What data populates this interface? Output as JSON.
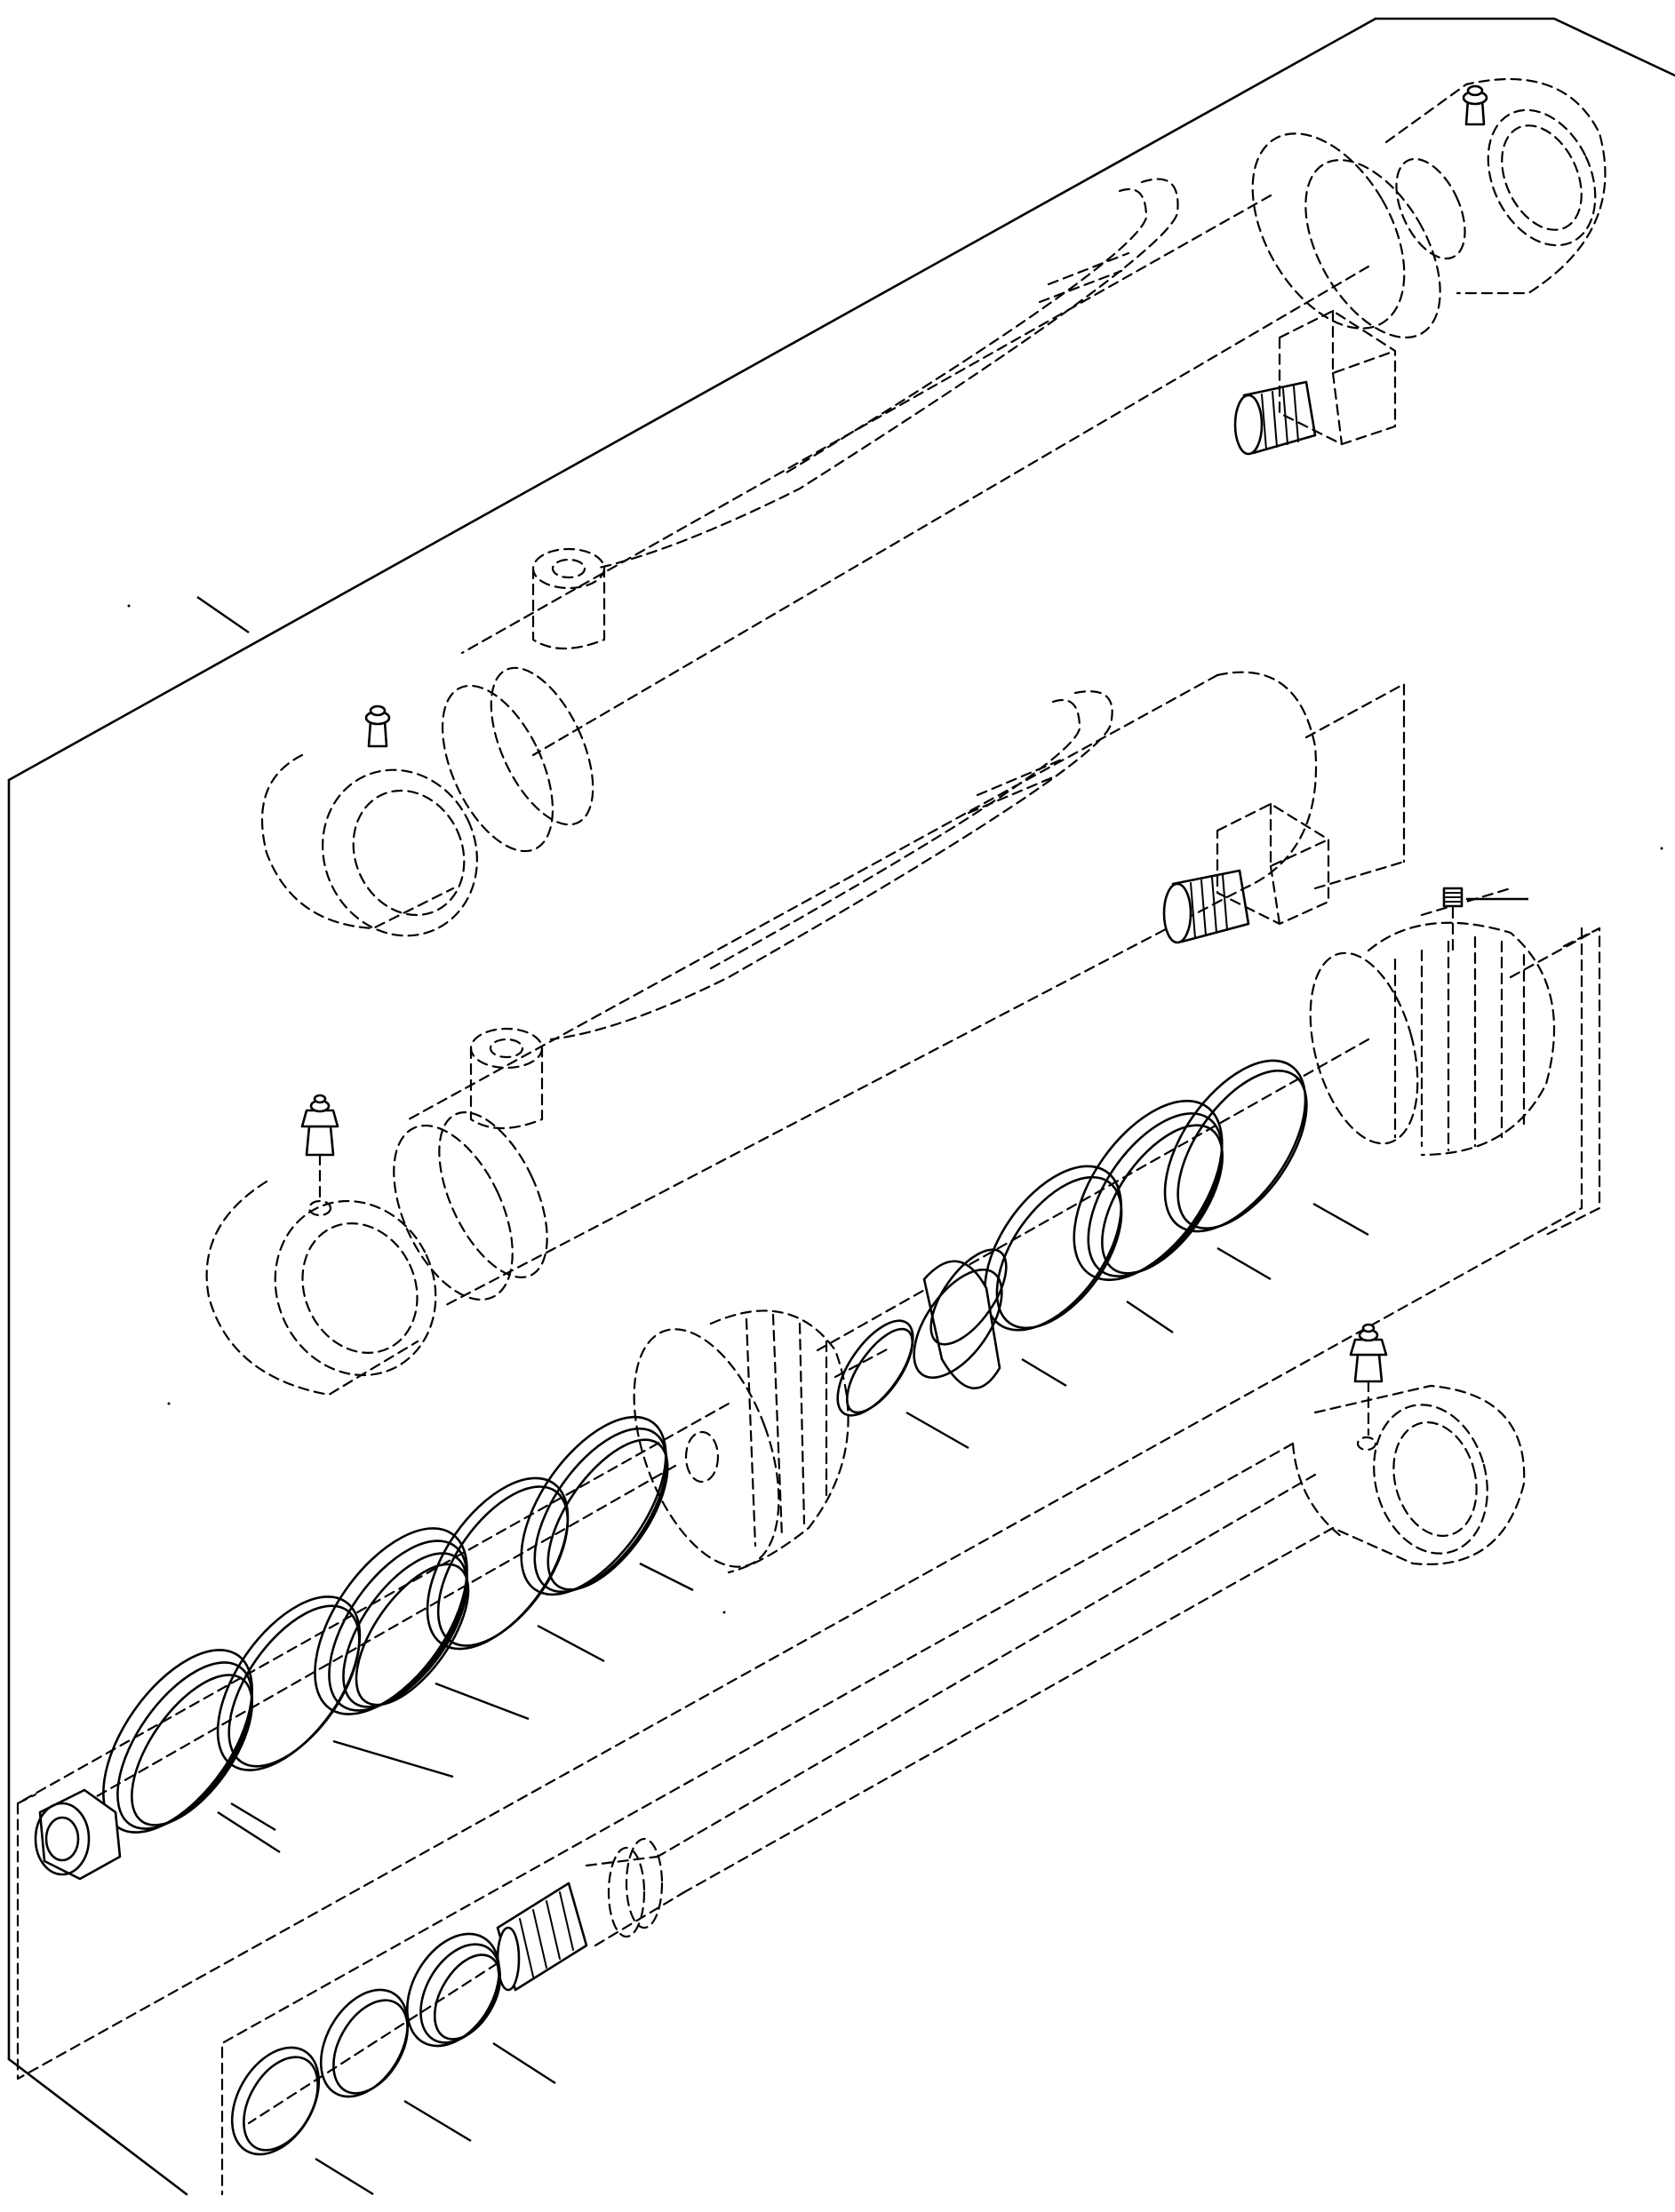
{
  "diagram": {
    "kind": "exploded parts view — hydraulic cylinder assembly",
    "groups": [
      "cylinder-tube-upper",
      "cylinder-tube-middle",
      "cylinder-head-seal-kit",
      "piston-seal-kit",
      "piston-rod-assembly",
      "rod-seal-kit-lower"
    ],
    "callouts_shown": 18,
    "callout_labels": []
  }
}
